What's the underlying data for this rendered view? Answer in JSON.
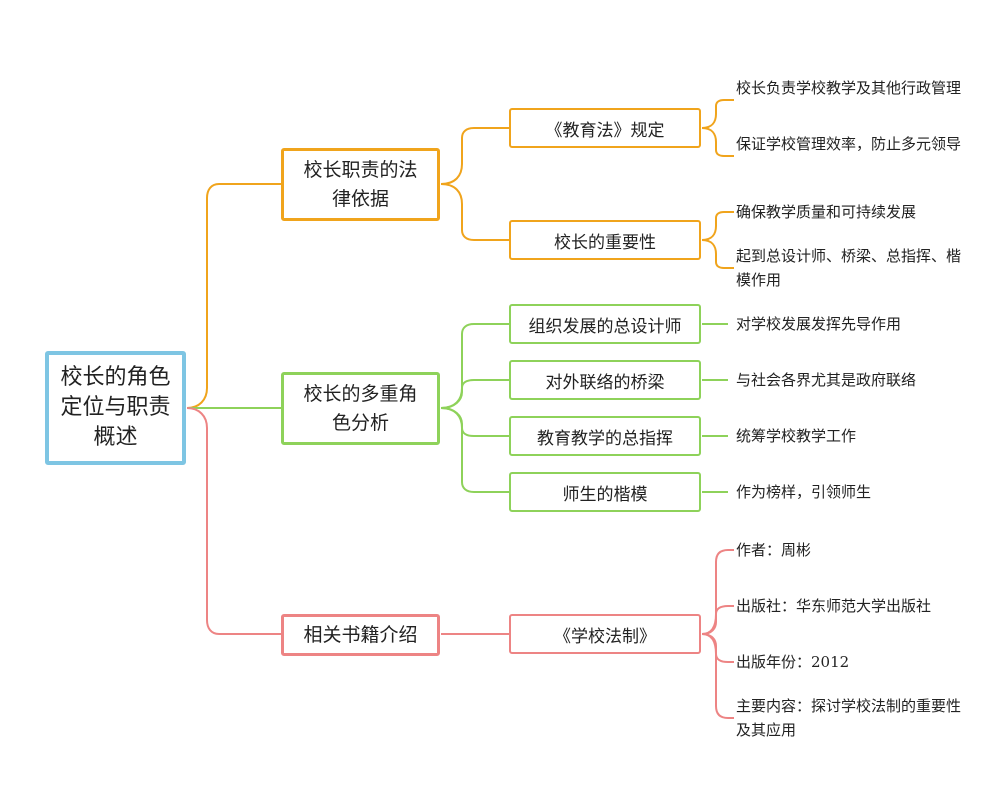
{
  "root": {
    "label_line1": "校长的角色",
    "label_line2": "定位与职责",
    "label_line3": "概述"
  },
  "branches": [
    {
      "label_line1": "校长职责的法",
      "label_line2": "律依据",
      "color": "#f0a41c",
      "children": [
        {
          "label": "《教育法》规定",
          "leaves": [
            "校长负责学校教学及其他行政管理",
            "保证学校管理效率，防止多元领导"
          ]
        },
        {
          "label": "校长的重要性",
          "leaves": [
            "确保教学质量和可持续发展",
            "起到总设计师、桥梁、总指挥、楷模作用"
          ]
        }
      ]
    },
    {
      "label_line1": "校长的多重角",
      "label_line2": "色分析",
      "color": "#8ed25a",
      "children": [
        {
          "label": "组织发展的总设计师",
          "leaves": [
            "对学校发展发挥先导作用"
          ]
        },
        {
          "label": "对外联络的桥梁",
          "leaves": [
            "与社会各界尤其是政府联络"
          ]
        },
        {
          "label": "教育教学的总指挥",
          "leaves": [
            "统筹学校教学工作"
          ]
        },
        {
          "label": "师生的楷模",
          "leaves": [
            "作为榜样，引领师生"
          ]
        }
      ]
    },
    {
      "label_line1": "相关书籍介绍",
      "label_line2": "",
      "color": "#ed8484",
      "children": [
        {
          "label": "《学校法制》",
          "leaves": [
            "作者：周彬",
            "出版社：华东师范大学出版社",
            "出版年份：2012",
            "主要内容：探讨学校法制的重要性及其应用"
          ]
        }
      ]
    }
  ]
}
